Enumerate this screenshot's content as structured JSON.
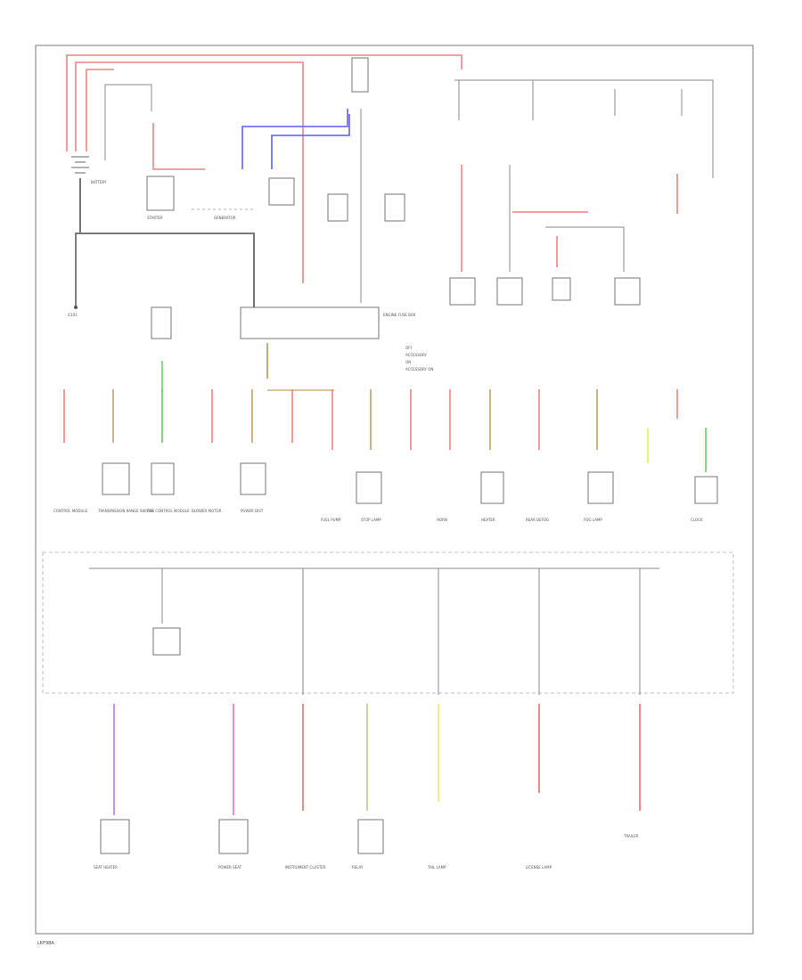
{
  "diagram": {
    "page_code": "LKF98A",
    "top_labels": {
      "battery": "BATTERY",
      "starter": "STARTER",
      "generator": "GENERATOR",
      "ground": "G101",
      "engine_fuse": "ENGINE FUSE BOX"
    },
    "fuse_legend": [
      "OFF",
      "ACCESSORY",
      "ON",
      "ACCESSORY ON"
    ],
    "mid_boxes": [
      "CONTROL MODULE",
      "TRANSMISSION RANGE SWITCH",
      "ABS CONTROL MODULE",
      "BLOWER MOTOR",
      "POWER DIST",
      "FUEL PUMP",
      "STOP LAMP",
      "HORN",
      "HEATER",
      "REAR DEFOG",
      "FOG LAMP",
      "CLOCK"
    ],
    "bottom_boxes": [
      "SEAT HEATER",
      "POWER SEAT",
      "INSTRUMENT CLUSTER",
      "RELAY",
      "TAIL LAMP",
      "LICENSE LAMP",
      "TRAILER"
    ]
  }
}
